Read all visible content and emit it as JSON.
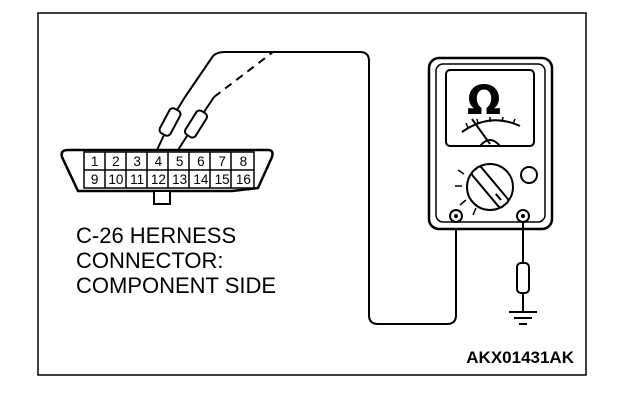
{
  "connector": {
    "pins_top": [
      "1",
      "2",
      "3",
      "4",
      "5",
      "6",
      "7",
      "8"
    ],
    "pins_bottom": [
      "9",
      "10",
      "11",
      "12",
      "13",
      "14",
      "15",
      "16"
    ],
    "probed_pins": [
      "4",
      "5"
    ]
  },
  "caption": {
    "line1": "C-26 HERNESS",
    "line2": "CONNECTOR:",
    "line3": "COMPONENT SIDE"
  },
  "meter": {
    "unit_symbol": "Ω",
    "icon": "ohmmeter-icon"
  },
  "ground_icon": "ground-icon",
  "reference_code": "AKX01431AK"
}
